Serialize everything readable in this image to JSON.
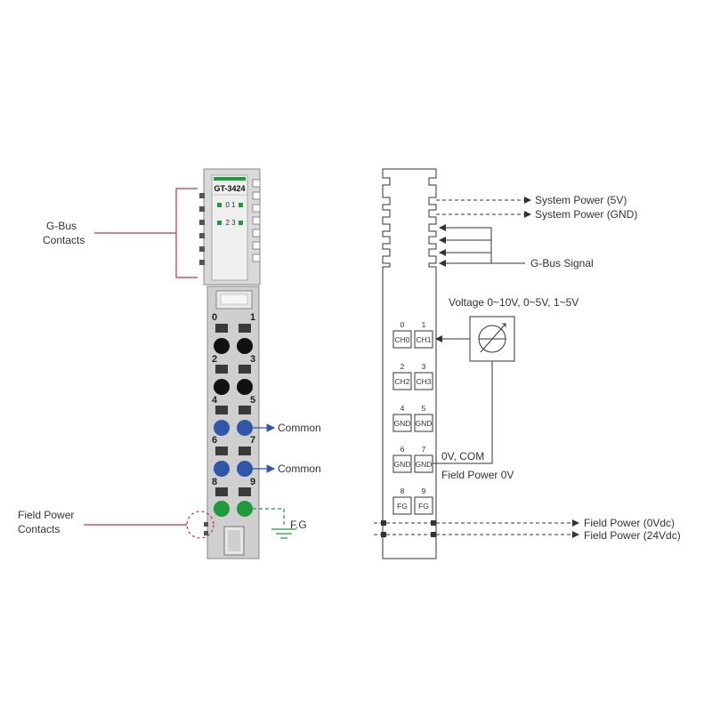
{
  "module": {
    "model": "GT-3424",
    "led_row1": "0 1",
    "led_row2": "2 3",
    "pins": [
      "0",
      "1",
      "2",
      "3",
      "4",
      "5",
      "6",
      "7",
      "8",
      "9"
    ]
  },
  "left_labels": {
    "gbus_line1": "G-Bus",
    "gbus_line2": "Contacts",
    "common_a": "Common",
    "common_b": "Common",
    "field_power_line1": "Field Power",
    "field_power_line2": "Contacts",
    "fg": "F.G"
  },
  "schematic": {
    "channels": [
      {
        "num": "0",
        "label": "CH0"
      },
      {
        "num": "1",
        "label": "CH1"
      },
      {
        "num": "2",
        "label": "CH2"
      },
      {
        "num": "3",
        "label": "CH3"
      },
      {
        "num": "4",
        "label": "GND"
      },
      {
        "num": "5",
        "label": "GND"
      },
      {
        "num": "6",
        "label": "GND"
      },
      {
        "num": "7",
        "label": "GND"
      },
      {
        "num": "8",
        "label": "FG"
      },
      {
        "num": "9",
        "label": "FG"
      }
    ],
    "system_power_5v": "System Power (5V)",
    "system_power_gnd": "System Power (GND)",
    "gbus_signal": "G-Bus Signal",
    "voltage_range": "Voltage 0~10V, 0~5V, 1~5V",
    "ov_com": "0V, COM",
    "field_power_0v": "Field Power 0V",
    "field_power_0vdc": "Field Power (0Vdc)",
    "field_power_24vdc": "Field Power (24Vdc)"
  },
  "colors": {
    "accent_red": "#d0313a",
    "common_blue": "#2f56a8",
    "fg_green": "#1e9a3c",
    "module_gray": "#d4d4d4"
  }
}
